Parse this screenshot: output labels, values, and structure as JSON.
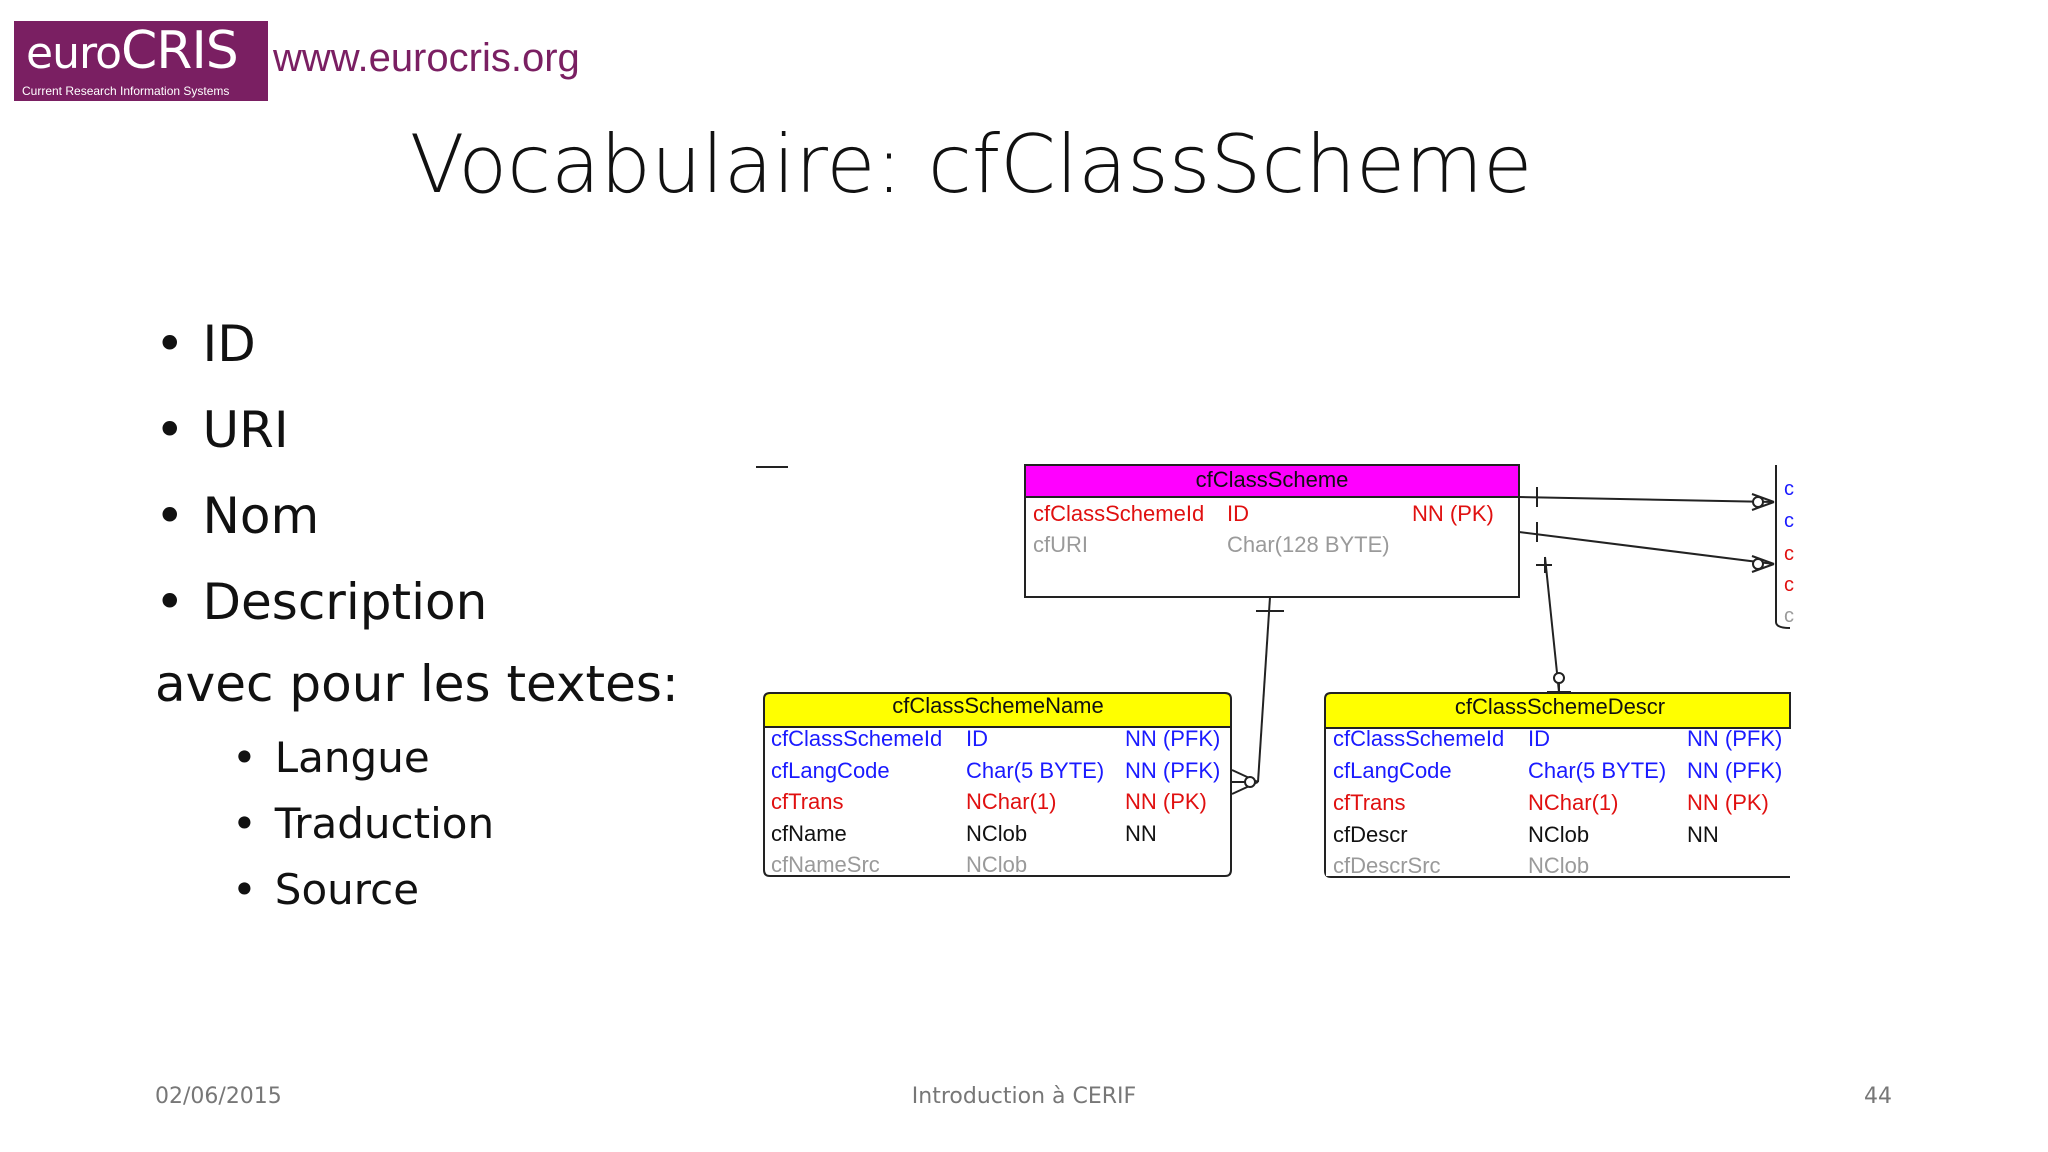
{
  "header": {
    "logo_prefix": "euro",
    "logo_main": "CRIS",
    "logo_tagline": "Current Research Information Systems",
    "site_url": "www.eurocris.org"
  },
  "slide": {
    "title": "Vocabulaire: cfClassScheme",
    "bullets": [
      "ID",
      "URI",
      "Nom",
      "Description"
    ],
    "subheading": "avec pour les textes:",
    "sub_bullets": [
      "Langue",
      "Traduction",
      "Source"
    ]
  },
  "diagram": {
    "class_scheme": {
      "title": "cfClassScheme",
      "rows": [
        [
          "cfClassSchemeId",
          "ID",
          "NN (PK)"
        ],
        [
          "cfURI",
          "Char(128 BYTE)",
          ""
        ]
      ]
    },
    "class_scheme_name": {
      "title": "cfClassSchemeName",
      "rows": [
        [
          "cfClassSchemeId",
          "ID",
          "NN (PFK)"
        ],
        [
          "cfLangCode",
          "Char(5 BYTE)",
          "NN (PFK)"
        ],
        [
          "cfTrans",
          "NChar(1)",
          "NN (PK)"
        ],
        [
          "cfName",
          "NClob",
          "NN"
        ],
        [
          "cfNameSrc",
          "NClob",
          ""
        ]
      ]
    },
    "class_scheme_descr": {
      "title": "cfClassSchemeDescr",
      "rows": [
        [
          "cfClassSchemeId",
          "ID",
          "NN (PFK)"
        ],
        [
          "cfLangCode",
          "Char(5 BYTE)",
          "NN (PFK)"
        ],
        [
          "cfTrans",
          "NChar(1)",
          "NN (PK)"
        ],
        [
          "cfDescr",
          "NClob",
          "NN"
        ],
        [
          "cfDescrSrc",
          "NClob",
          ""
        ]
      ]
    },
    "colors": {
      "magenta_header": "#ff00ff",
      "yellow_header": "#ffff00",
      "key_blue": "#1a1aff",
      "pk_red": "#e01010",
      "plain": "#111111",
      "optional_gray": "#9a9a9a"
    }
  },
  "footer": {
    "date": "02/06/2015",
    "center": "Introduction à CERIF",
    "page": "44"
  }
}
